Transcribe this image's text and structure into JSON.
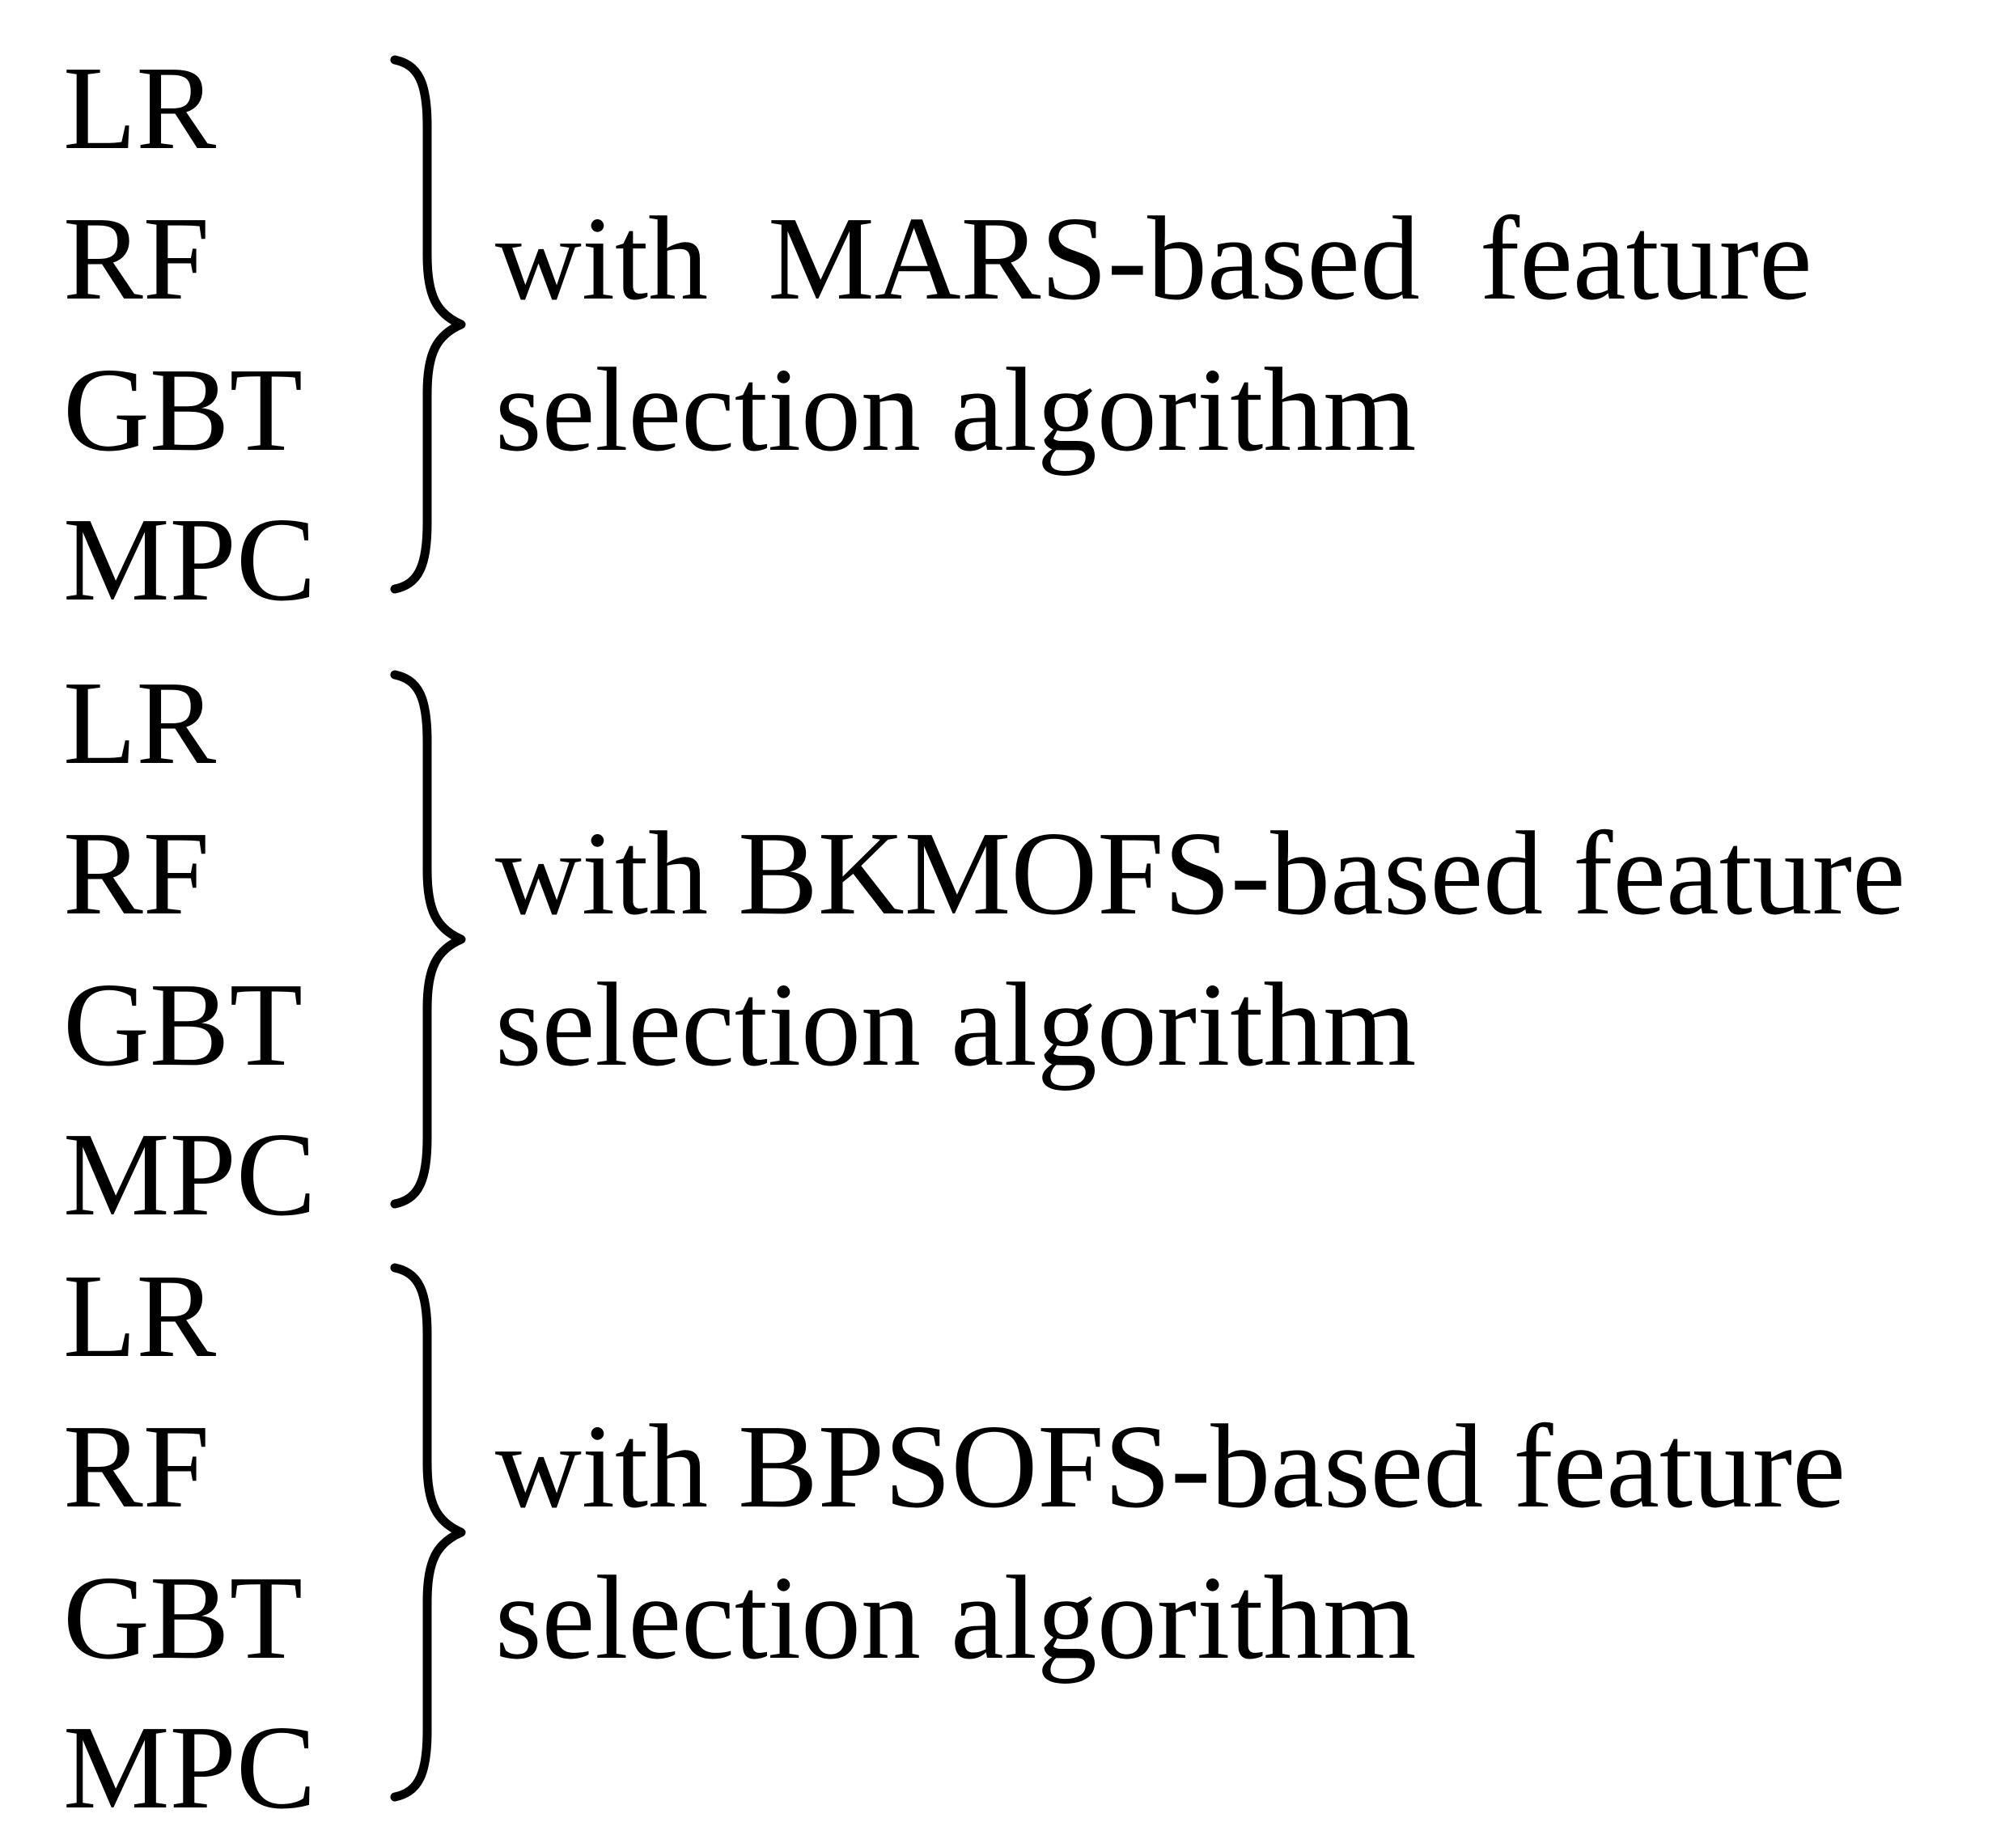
{
  "groups": [
    {
      "models": [
        "LR",
        "RF",
        "GBT",
        "MPC"
      ],
      "description_lines": [
        "with  MARS-based  feature",
        "selection algorithm"
      ]
    },
    {
      "models": [
        "LR",
        "RF",
        "GBT",
        "MPC"
      ],
      "description_lines": [
        "with BKMOFS-based feature",
        "selection algorithm"
      ]
    },
    {
      "models": [
        "LR",
        "RF",
        "GBT",
        "MPC"
      ],
      "description_lines": [
        "with BPSOFS-based feature",
        "selection algorithm"
      ]
    }
  ]
}
